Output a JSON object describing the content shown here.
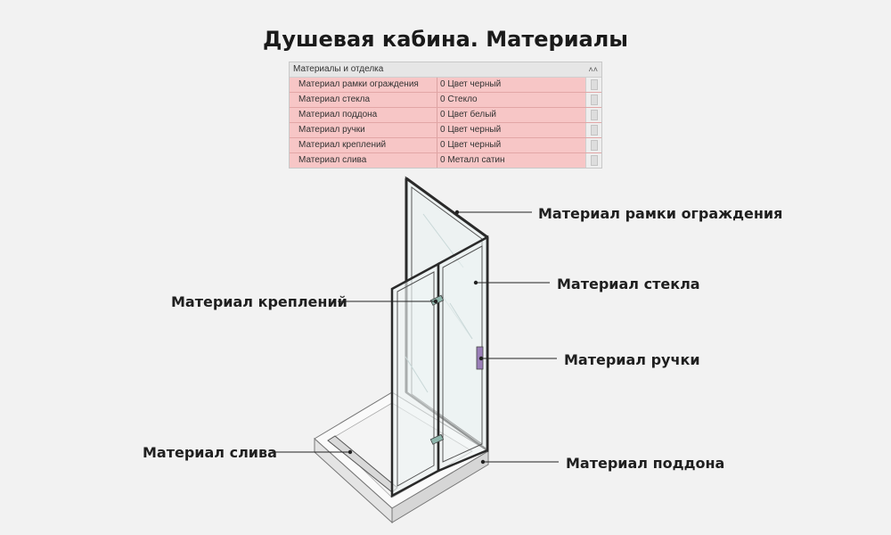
{
  "title": "Душевая кабина. Материалы",
  "properties": {
    "header": "Материалы и отделка",
    "rows": [
      {
        "name": "Материал рамки ограждения",
        "value": "0 Цвет черный"
      },
      {
        "name": "Материал стекла",
        "value": "0 Стекло"
      },
      {
        "name": "Материал поддона",
        "value": "0 Цвет белый"
      },
      {
        "name": "Материал ручки",
        "value": "0 Цвет черный"
      },
      {
        "name": "Материал креплений",
        "value": "0 Цвет черный"
      },
      {
        "name": "Материал слива",
        "value": "0 Металл сатин"
      }
    ]
  },
  "callouts": {
    "frame": "Материал рамки ограждения",
    "glass": "Материал стекла",
    "handle": "Материал ручки",
    "tray": "Материал поддона",
    "fasteners": "Материал креплений",
    "drain": "Материал слива"
  },
  "colors": {
    "row_bg": "#f7c6c6",
    "frame": "#3a3a3a",
    "handle": "#9a7fb8",
    "fastener": "#8fb7ad"
  }
}
